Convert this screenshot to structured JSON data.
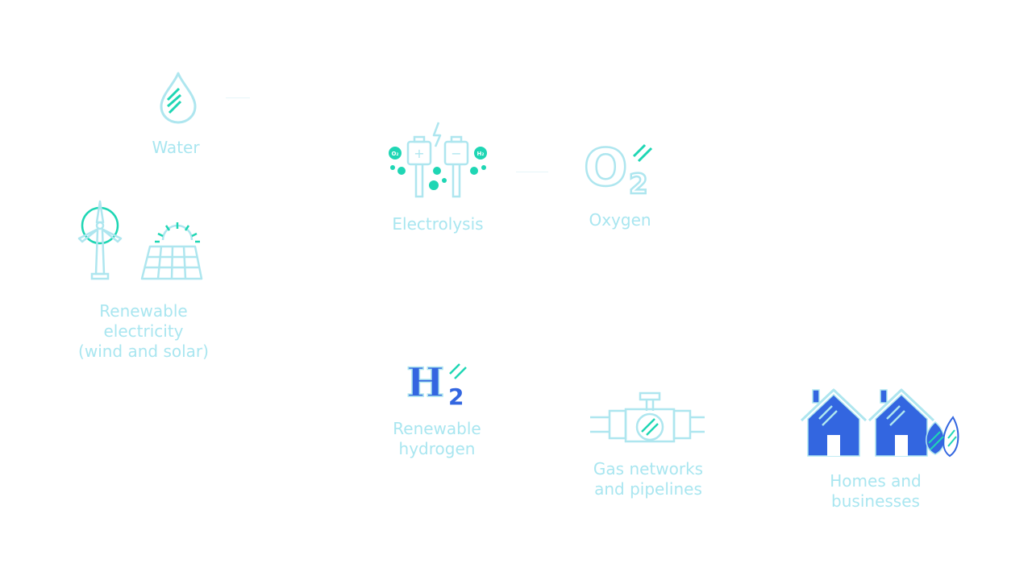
{
  "diagram": {
    "nodes": {
      "water": {
        "label": "Water",
        "icon": "water-drop-icon"
      },
      "renewable_electricity": {
        "label_lines": [
          "Renewable",
          "electricity",
          "(wind and solar)"
        ],
        "icons": [
          "wind-turbine-icon",
          "solar-panel-icon"
        ]
      },
      "electrolysis": {
        "label": "Electrolysis",
        "icon": "electrolysis-icon"
      },
      "oxygen": {
        "label": "Oxygen",
        "icon": "oxygen-o2-icon"
      },
      "renewable_hydrogen": {
        "label_lines": [
          "Renewable",
          "hydrogen"
        ],
        "icon": "hydrogen-h2-icon"
      },
      "gas_networks": {
        "label_lines": [
          "Gas networks",
          "and pipelines"
        ],
        "icon": "pipeline-valve-icon"
      },
      "homes": {
        "label_lines": [
          "Homes and",
          "businesses"
        ],
        "icon": "houses-leaf-icon"
      }
    },
    "icon_text": {
      "o2_letter": "O",
      "o2_sub": "2",
      "h2_letter": "H",
      "h2_sub": "2",
      "electrode_plus": "+",
      "electrode_minus": "−",
      "small_o2": "O₂",
      "small_h2": "H₂"
    },
    "colors": {
      "label": "#a9e6f0",
      "outline": "#aee6ef",
      "accent_green": "#1fd6b4",
      "blue": "#3366e0"
    }
  }
}
